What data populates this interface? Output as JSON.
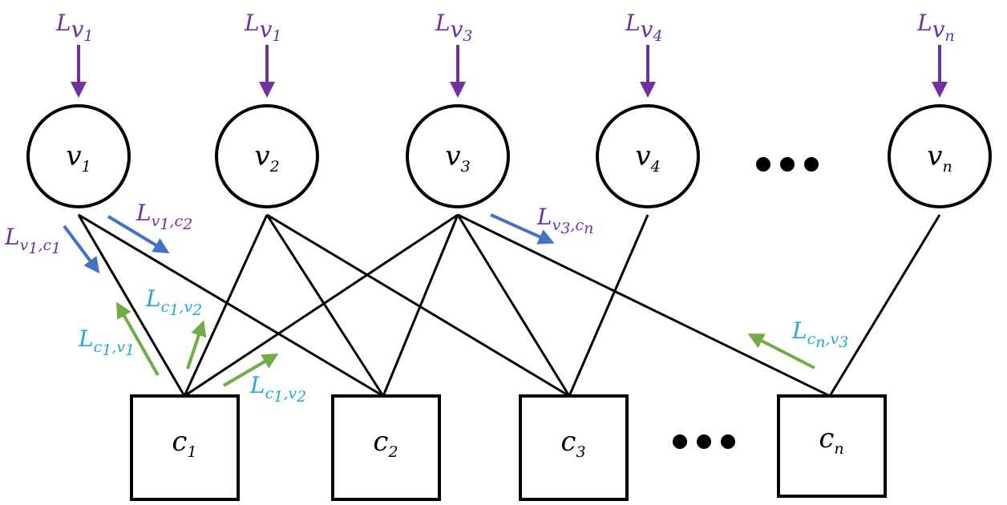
{
  "colors": {
    "channel_llr": "#7030a0",
    "variable_to_check": "#4472c4",
    "check_to_variable_text": "#22a7dd",
    "check_to_variable_arrow": "#70ad47"
  },
  "channel_llrs": [
    {
      "main": "L",
      "sub": "v",
      "subsub": "1"
    },
    {
      "main": "L",
      "sub": "v",
      "subsub": "1"
    },
    {
      "main": "L",
      "sub": "v",
      "subsub": "3"
    },
    {
      "main": "L",
      "sub": "v",
      "subsub": "4"
    },
    {
      "main": "L",
      "sub": "v",
      "subsub": "n"
    }
  ],
  "variable_nodes": [
    {
      "main": "v",
      "sub": "1"
    },
    {
      "main": "v",
      "sub": "2"
    },
    {
      "main": "v",
      "sub": "3"
    },
    {
      "main": "v",
      "sub": "4"
    },
    {
      "main": "v",
      "sub": "n"
    }
  ],
  "check_nodes": [
    {
      "main": "c",
      "sub": "1"
    },
    {
      "main": "c",
      "sub": "2"
    },
    {
      "main": "c",
      "sub": "3"
    },
    {
      "main": "c",
      "sub": "n"
    }
  ],
  "messages": {
    "v1_c1": {
      "main": "L",
      "sub": "v",
      "s1": "1",
      "mid": ",c",
      "s2": "1"
    },
    "v1_c2": {
      "main": "L",
      "sub": "v",
      "s1": "1",
      "mid": ",c",
      "s2": "2"
    },
    "v3_cn": {
      "main": "L",
      "sub": "v",
      "s1": "3",
      "mid": ",c",
      "s2": "n"
    },
    "c1_v1": {
      "main": "L",
      "sub": "c",
      "s1": "1",
      "mid": ",v",
      "s2": "1"
    },
    "c1_v2_a": {
      "main": "L",
      "sub": "c",
      "s1": "1",
      "mid": ",v",
      "s2": "2"
    },
    "c1_v2_b": {
      "main": "L",
      "sub": "c",
      "s1": "1",
      "mid": ",v",
      "s2": "2"
    },
    "cn_v3": {
      "main": "L",
      "sub": "c",
      "s1": "n",
      "mid": ",v",
      "s2": "3"
    }
  }
}
